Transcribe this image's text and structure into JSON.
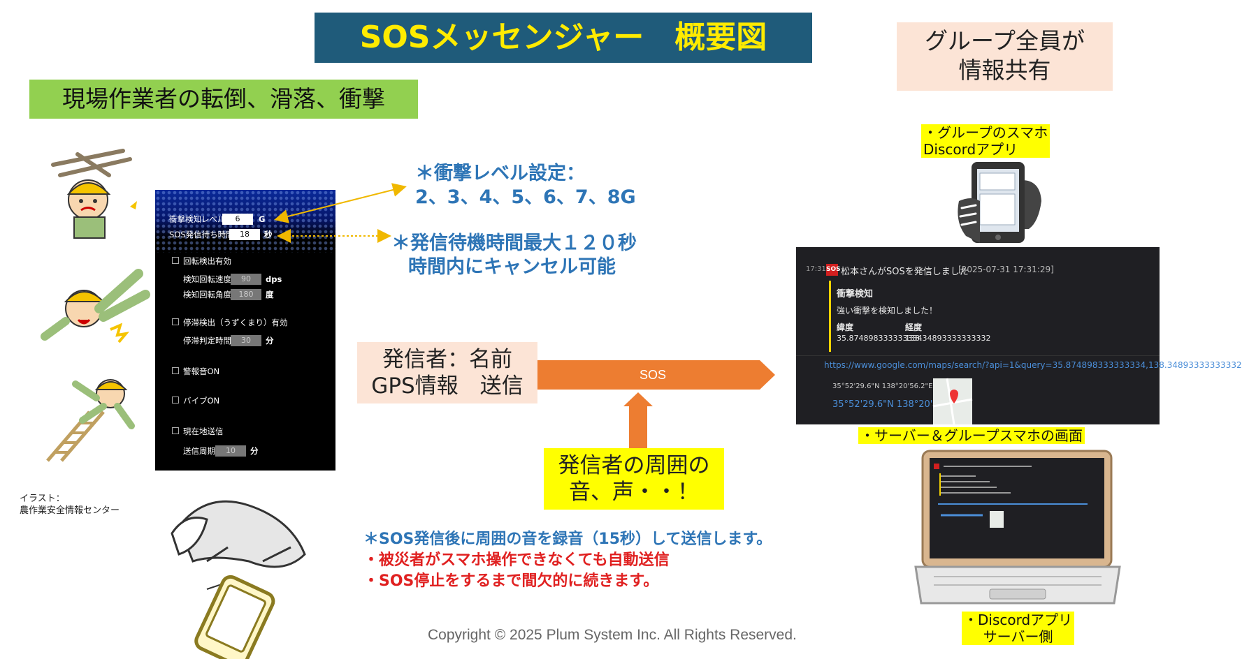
{
  "title": "SOSメッセンジャー　概要図",
  "hazard_label": "現場作業者の転倒、滑落、衝撃",
  "group_share_lines": [
    "グループ全員が",
    "情報共有"
  ],
  "impact_note_lines": [
    "＊衝撃レベル設定：",
    "2、3、4、5、6、7、8G"
  ],
  "wait_note_lines": [
    "＊発信待機時間最大１２０秒",
    "時間内にキャンセル可能"
  ],
  "sender_box_lines": [
    "発信者：名前",
    "GPS情報　送信"
  ],
  "sos_arrow_label": "SOS",
  "surround_box_lines": [
    "発信者の周囲の",
    "音、声・・！"
  ],
  "recording_note": "＊SOS発信後に周囲の音を録音（15秒）して送信します。",
  "red_notes": [
    "・被災者がスマホ操作できなくても自動送信",
    "・SOS停止をするまで間欠的に続きます。"
  ],
  "illustration_credit_lines": [
    "イラスト：",
    "農作業安全情報センター"
  ],
  "phone_label_lines": [
    "・グループのスマホ",
    "Discordアプリ"
  ],
  "server_screen_label": "・サーバー＆グループスマホの画面",
  "server_label_lines": [
    "・Discordアプリ",
    "サーバー側"
  ],
  "copyright": "Copyright © 2025 Plum System Inc. All Rights Reserved.",
  "settings_panel": {
    "impact_level": {
      "label": "衝撃検知レベル",
      "value": "6",
      "unit": "G"
    },
    "sos_wait": {
      "label": "SOS発信待ち時間",
      "value": "18",
      "unit": "秒"
    },
    "rotation_enable": "回転検出有効",
    "rotation_speed": {
      "label": "検知回転速度",
      "value": "90",
      "unit": "dps"
    },
    "rotation_angle": {
      "label": "検知回転角度",
      "value": "180",
      "unit": "度"
    },
    "stall_enable": "停滞検出（うずくまり）有効",
    "stall_time": {
      "label": "停滞判定時間",
      "value": "30",
      "unit": "分"
    },
    "alarm_sound": "警報音ON",
    "vibration": "バイブON",
    "location_send": "現在地送信",
    "send_interval": {
      "label": "送信周期",
      "value": "10",
      "unit": "分"
    }
  },
  "discord_message": {
    "time": "17:31",
    "badge": "SOS",
    "header": "松本さんがSOSを発信しました",
    "timestamp": "[2025-07-31 17:31:29]",
    "title": "衝撃検知",
    "body": "強い衝撃を検知しました！",
    "lat_label": "緯度",
    "lon_label": "経度",
    "lat_value": "35.874898333333334",
    "lon_value": "138.34893333333332",
    "link": "https://www.google.com/maps/search/?api=1&query=35.874898333333334,138.34893333333332",
    "coords_small": "35°52'29.6\"N 138°20'56.2\"E",
    "coords_large": "35°52'29.6\"N 138°20'56.2\"E"
  },
  "colors": {
    "title_bg": "#1f5b7a",
    "title_text": "#ffeb00",
    "green": "#92d050",
    "pink": "#fce4d6",
    "yellow": "#ffff00",
    "arrow_orange": "#ed7d31",
    "note_blue": "#2e75b6",
    "note_red": "#e02020"
  }
}
